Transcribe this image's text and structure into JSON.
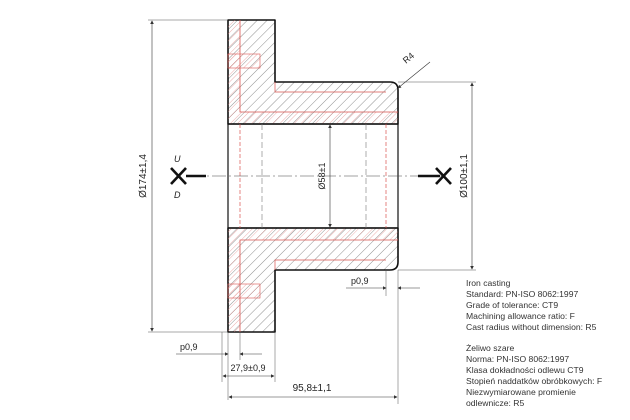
{
  "dimensions": {
    "outer_diameter": "Ø174±1,4",
    "inner_bore": "Ø58±1",
    "hub_diameter": "Ø100±1,1",
    "radius": "R4",
    "allowance_right": "p0,9",
    "allowance_left": "p0,9",
    "flange_thickness": "27,9±0,9",
    "total_length": "95,8±1,1"
  },
  "markers": {
    "up": "U",
    "down": "D"
  },
  "notes_en": [
    "Iron casting",
    "Standard: PN-ISO 8062:1997",
    "Grade of tolerance: CT9",
    "Machining allowance ratio: F",
    "Cast radius without dimension: R5"
  ],
  "notes_pl": [
    "Żeliwo szare",
    "Norma: PN-ISO 8062:1997",
    "Klasa dokładności odlewu CT9",
    "Stopień naddatków obróbkowych: F",
    "Niezwymiarowane promienie",
    "odlewnicze: R5"
  ],
  "colors": {
    "outline": "#111111",
    "hatch": "#222222",
    "allowance": "#d9534f",
    "dim_line": "#333333"
  }
}
